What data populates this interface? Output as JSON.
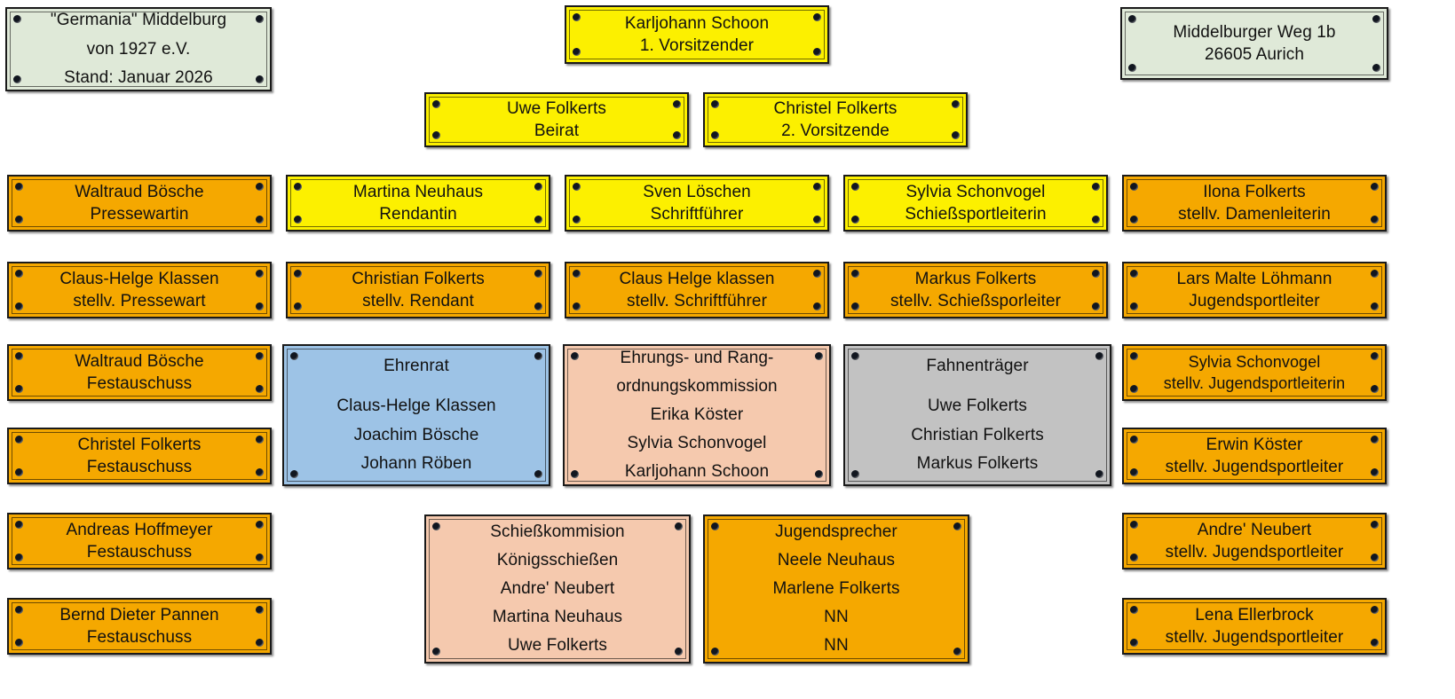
{
  "diagram": {
    "type": "org-chart",
    "title": "\"Germania\" Middelburg von 1927 e.V. - Vorstand",
    "colors": {
      "yellow": "#fcf000",
      "orange": "#f5a800",
      "green": "#dfe9d8",
      "blue": "#9dc3e6",
      "salmon": "#f5c9ae",
      "gray": "#c2c2c2",
      "frame": "#1a1a1a",
      "screw": "#11161f"
    }
  },
  "nodes": {
    "club_info": {
      "color": "green",
      "lines": [
        "\"Germania\" Middelburg",
        "von 1927 e.V.",
        "Stand: Januar 2026"
      ]
    },
    "address": {
      "color": "green",
      "lines": [
        "Middelburger Weg 1b",
        "26605 Aurich"
      ]
    },
    "chairman": {
      "color": "yellow",
      "lines": [
        "Karljohann Schoon",
        "1. Vorsitzender"
      ]
    },
    "advisor": {
      "color": "yellow",
      "lines": [
        "Uwe Folkerts",
        "Beirat"
      ]
    },
    "vice_chair": {
      "color": "yellow",
      "lines": [
        "Christel Folkerts",
        "2. Vorsitzende"
      ]
    },
    "press_officer": {
      "color": "orange",
      "lines": [
        "Waltraud  Bösche",
        "Pressewartin"
      ]
    },
    "treasurer": {
      "color": "yellow",
      "lines": [
        "Martina Neuhaus",
        "Rendantin"
      ]
    },
    "secretary": {
      "color": "yellow",
      "lines": [
        "Sven Löschen",
        "Schriftführer"
      ]
    },
    "shooting_director": {
      "color": "yellow",
      "lines": [
        "Sylvia Schonvogel",
        "Schießsportleiterin"
      ]
    },
    "deputy_ladies_leader": {
      "color": "orange",
      "lines": [
        "Ilona Folkerts",
        "stellv. Damenleiterin"
      ]
    },
    "deputy_press": {
      "color": "orange",
      "lines": [
        "Claus-Helge Klassen",
        "stellv. Pressewart"
      ]
    },
    "deputy_treasurer": {
      "color": "orange",
      "lines": [
        "Christian Folkerts",
        "stellv. Rendant"
      ]
    },
    "deputy_secretary": {
      "color": "orange",
      "lines": [
        "Claus Helge klassen",
        "stellv. Schriftführer"
      ]
    },
    "deputy_shooting": {
      "color": "orange",
      "lines": [
        "Markus Folkerts",
        "stellv. Schießsporleiter"
      ]
    },
    "youth_sport_leader": {
      "color": "orange",
      "lines": [
        "Lars Malte Löhmann",
        "Jugendsportleiter"
      ]
    },
    "festival_committee_1": {
      "color": "orange",
      "lines": [
        "Waltraud Bösche",
        "Festauschuss"
      ]
    },
    "festival_committee_2": {
      "color": "orange",
      "lines": [
        "Christel Folkerts",
        "Festauschuss"
      ]
    },
    "festival_committee_3": {
      "color": "orange",
      "lines": [
        "Andreas Hoffmeyer",
        "Festauschuss"
      ]
    },
    "festival_committee_4": {
      "color": "orange",
      "lines": [
        "Bernd Dieter Pannen",
        "Festauschuss"
      ]
    },
    "honour_council": {
      "color": "blue",
      "heading": "Ehrenrat",
      "members": [
        "Claus-Helge Klassen",
        "Joachim Bösche",
        "Johann Röben"
      ]
    },
    "honours_commission": {
      "color": "salmon",
      "heading_lines": [
        "Ehrungs- und Rang-",
        "ordnungskommission"
      ],
      "members": [
        "Erika Köster",
        "Sylvia Schonvogel",
        "Karljohann Schoon"
      ]
    },
    "flag_bearers": {
      "color": "gray",
      "heading": "Fahnenträger",
      "members": [
        "Uwe Folkerts",
        "Christian Folkerts",
        "Markus Folkerts"
      ]
    },
    "shooting_commission": {
      "color": "salmon",
      "heading_lines": [
        "Schießkommision",
        "Königsschießen"
      ],
      "members": [
        "Andre' Neubert",
        "Martina Neuhaus",
        "Uwe Folkerts"
      ]
    },
    "youth_spokesperson": {
      "color": "orange",
      "heading": "Jugendsprecher",
      "members": [
        "Neele Neuhaus",
        "Marlene Folkerts",
        "NN",
        "NN"
      ]
    },
    "deputy_youth_1": {
      "color": "orange",
      "lines": [
        "Sylvia Schonvogel",
        "stellv. Jugendsportleiterin"
      ]
    },
    "deputy_youth_2": {
      "color": "orange",
      "lines": [
        "Erwin Köster",
        "stellv. Jugendsportleiter"
      ]
    },
    "deputy_youth_3": {
      "color": "orange",
      "lines": [
        "Andre' Neubert",
        "stellv. Jugendsportleiter"
      ]
    },
    "deputy_youth_4": {
      "color": "orange",
      "lines": [
        "Lena Ellerbrock",
        "stellv. Jugendsportleiter"
      ]
    }
  }
}
